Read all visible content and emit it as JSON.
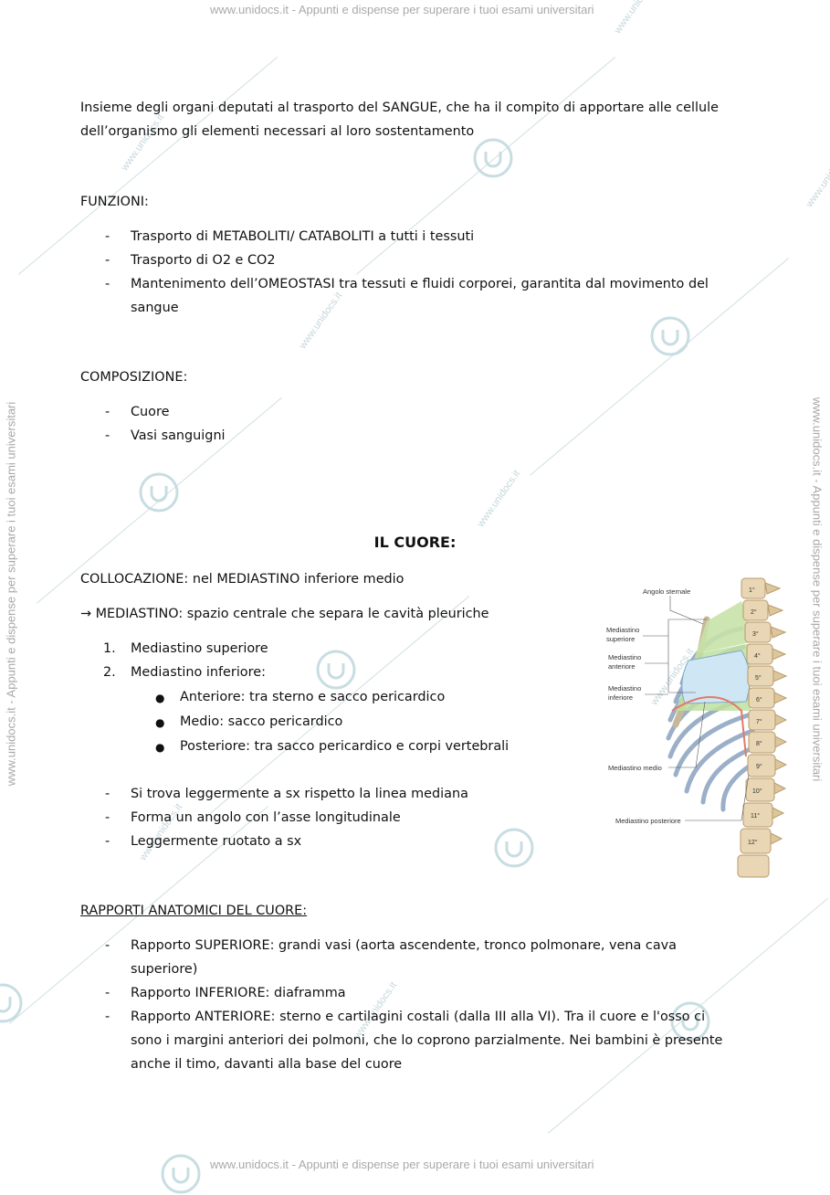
{
  "watermark": {
    "text": "www.unidocs.it - Appunti e dispense per superare i tuoi esami universitari",
    "small": "www.unidocs.it"
  },
  "intro": [
    "Insieme degli organi deputati al trasporto del SANGUE, che ha il compito di apportare alle cellule",
    "dell’organismo gli elementi necessari al loro sostentamento"
  ],
  "funzioni": {
    "title": "FUNZIONI:",
    "items": [
      "Trasporto di METABOLITI/ CATABOLITI a tutti i tessuti",
      "Trasporto di O2 e CO2",
      "Mantenimento dell’OMEOSTASI tra tessuti e fluidi corporei, garantita dal movimento del",
      "sangue"
    ]
  },
  "composizione": {
    "title": "COMPOSIZIONE:",
    "items": [
      "Cuore",
      "Vasi sanguigni"
    ]
  },
  "cuore": {
    "heading": "IL CUORE:",
    "collocazione": "COLLOCAZIONE: nel MEDIASTINO inferiore medio",
    "mediastino": "→ MEDIASTINO: spazio centrale che separa le cavità pleuriche",
    "numbered": [
      "Mediastino superiore",
      "Mediastino inferiore:"
    ],
    "sub": [
      "Anteriore: tra sterno e sacco pericardico",
      "Medio: sacco pericardico",
      "Posteriore: tra sacco pericardico e corpi vertebrali"
    ],
    "traits": [
      "Si trova leggermente a sx rispetto la linea mediana",
      "Forma un angolo con l’asse longitudinale",
      "Leggermente ruotato a sx"
    ]
  },
  "figure": {
    "labels": {
      "angolo": "Angolo sternale",
      "sup1": "Mediastino",
      "sup2": "superiore",
      "ant1": "Mediastino",
      "ant2": "anteriore",
      "inf1": "Mediastino",
      "inf2": "inferiore",
      "medio": "Mediastino medio",
      "post": "Mediastino posteriore"
    },
    "vertebrae": [
      "1°",
      "2°",
      "3°",
      "4°",
      "5°",
      "6°",
      "7°",
      "8°",
      "9°",
      "10°",
      "11°",
      "12°"
    ]
  },
  "rapporti": {
    "title": "RAPPORTI ANATOMICI DEL CUORE:",
    "items": [
      "Rapporto SUPERIORE: grandi vasi (aorta ascendente, tronco polmonare, vena cava",
      "superiore)",
      "Rapporto INFERIORE: diaframma",
      "Rapporto ANTERIORE: sterno e cartilagini costali (dalla III alla VI). Tra il cuore e l'osso ci",
      "sono i margini anteriori dei polmoni, che lo coprono parzialmente. Nei bambini è presente",
      "anche il timo, davanti alla base del cuore"
    ]
  },
  "dash": "-",
  "nums": [
    "1.",
    "2."
  ],
  "bullet": "●"
}
